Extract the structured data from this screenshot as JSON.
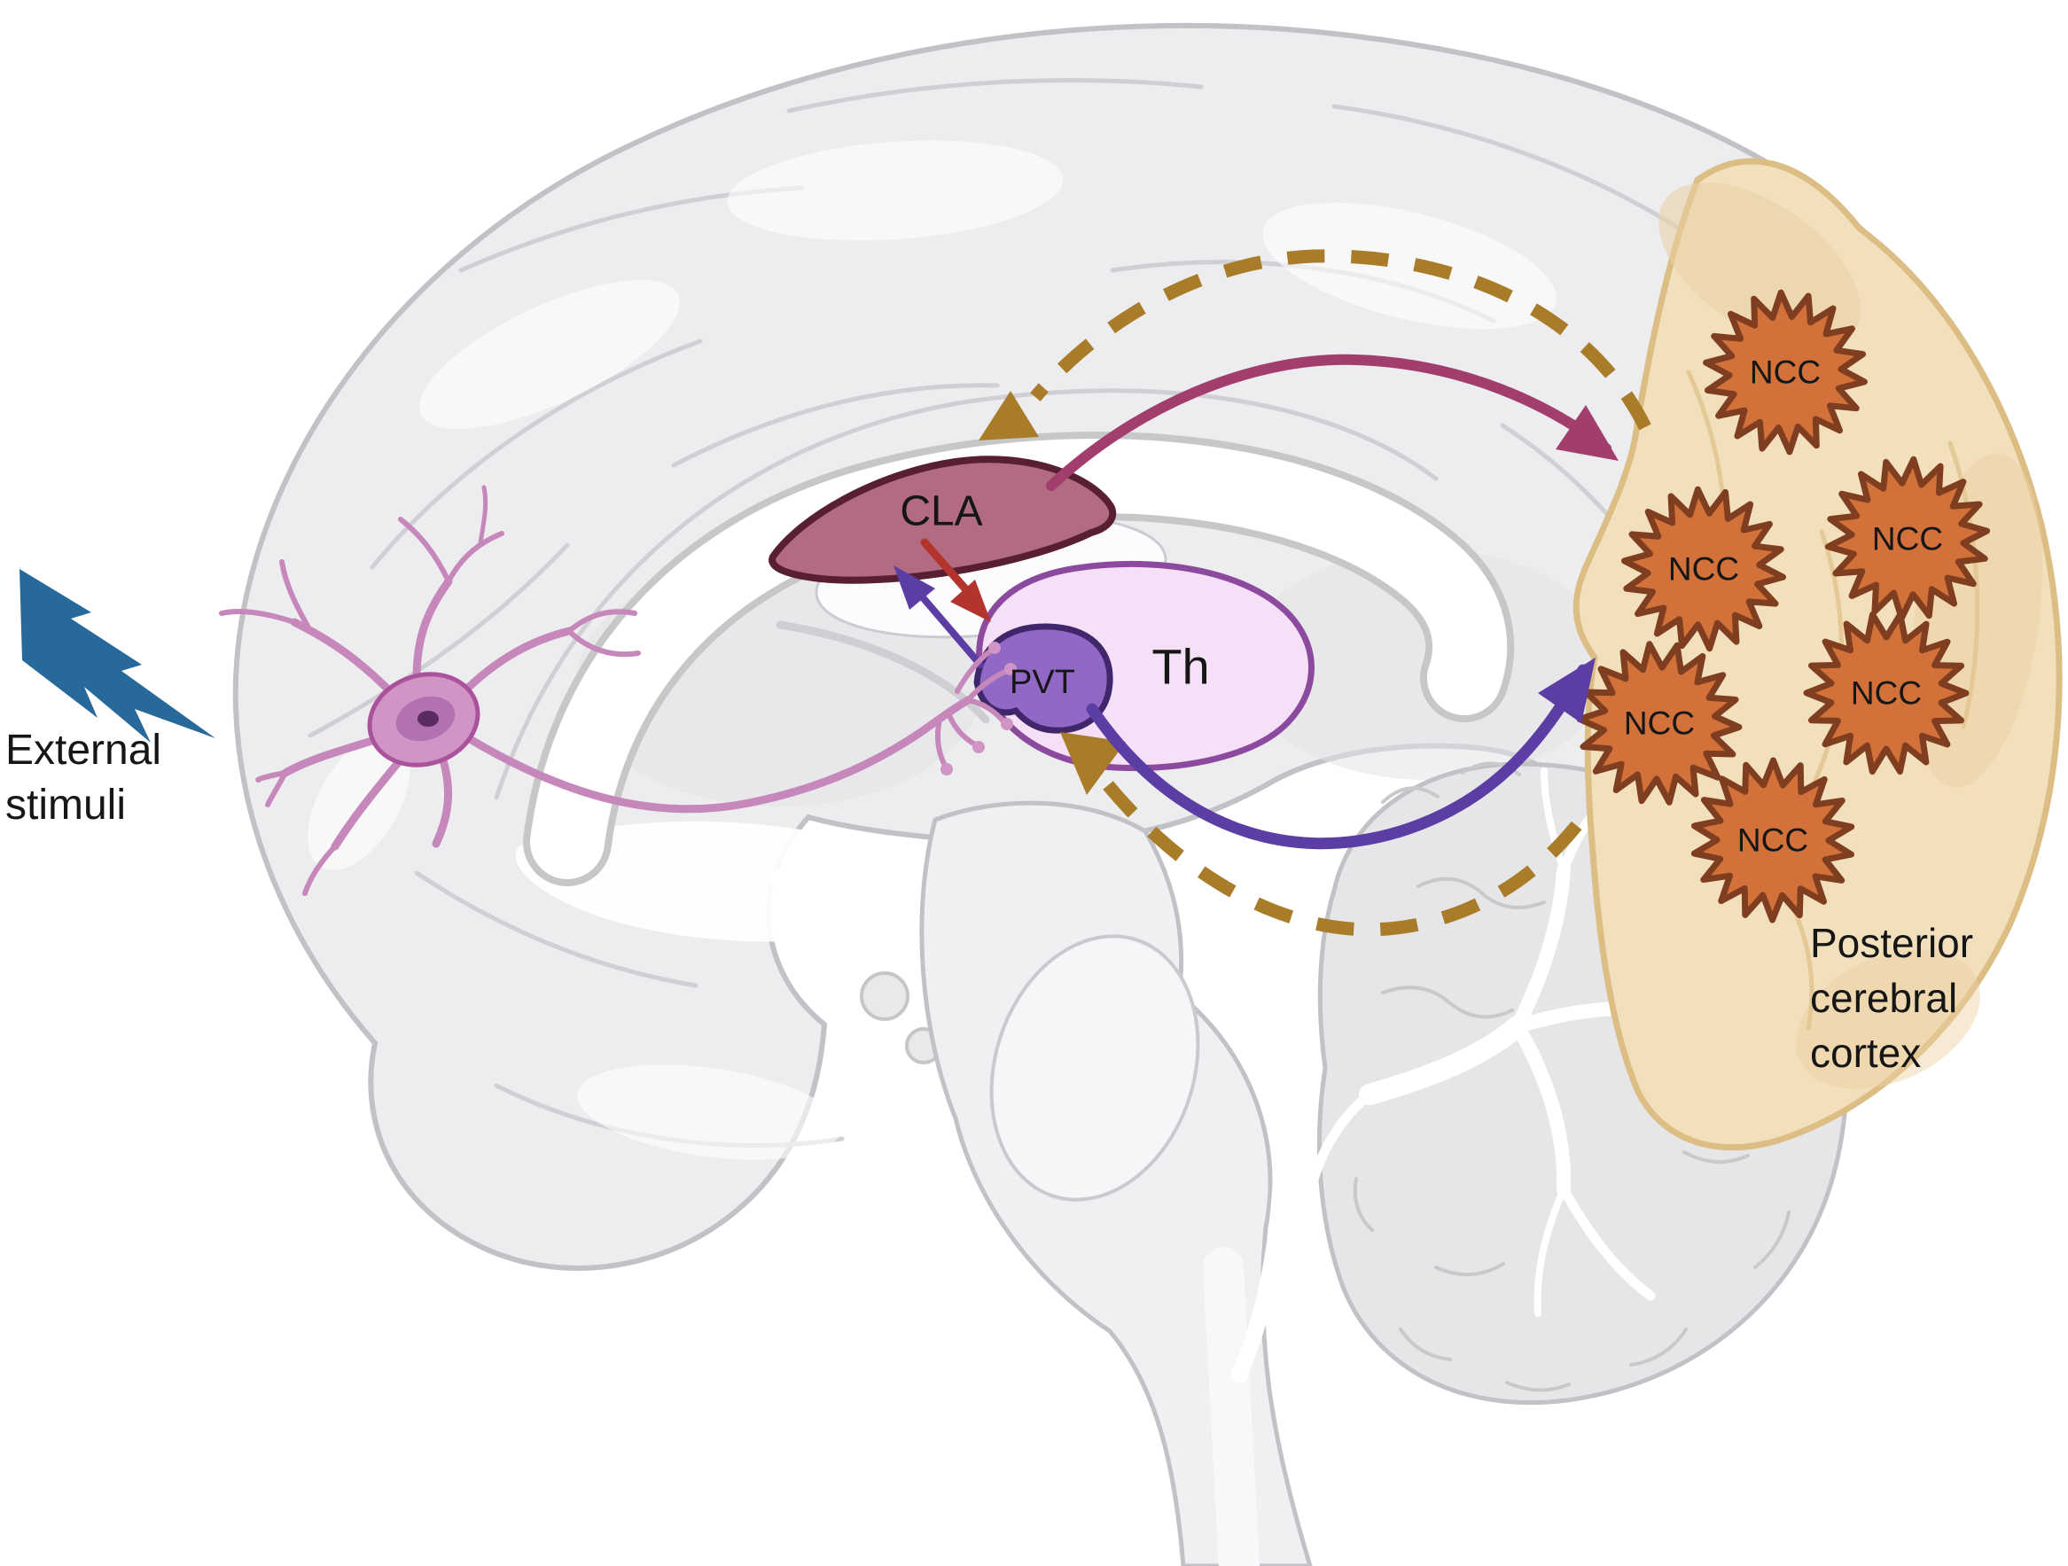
{
  "figure": {
    "background": "#ffffff",
    "type": "brain-circuit-diagram"
  },
  "labels": {
    "external_stimuli": {
      "line1": "External",
      "line2": "stimuli",
      "color": "#161616"
    },
    "posterior_cortex": {
      "line1": "Posterior",
      "line2": "cerebral",
      "line3": "cortex",
      "color": "#161616"
    }
  },
  "regions": {
    "cla": {
      "label": "CLA",
      "fill": "#b26b80",
      "outline": "#581f34"
    },
    "thalamus": {
      "label": "Th",
      "fill": "#f5e0f7",
      "outline": "#8b4a9e"
    },
    "pvt": {
      "label": "PVT",
      "fill": "#9268c6",
      "outline": "#40276b"
    },
    "ncc": {
      "label": "NCC",
      "count": 6,
      "fill": "#d3713b",
      "outline": "#7f3e20"
    },
    "posterior_cerebral_cortex": {
      "fill": "#f2dfbc",
      "outline": "#dcbe85"
    }
  },
  "icons": {
    "lightning_bolt": {
      "name": "lightning-bolt-icon",
      "color": "#28699b"
    }
  },
  "neuron": {
    "fill": "#d095c4",
    "stroke": "#ab529d",
    "branch": "#c687ba",
    "nucleus": "#b271b1",
    "nucleolus": "#5c2a63"
  },
  "brain": {
    "fill": "#ededef",
    "outline": "#c2c2c6",
    "sulci": "#d0d0d4",
    "cerebellum_fill": "#e6e6e9",
    "brainstem_fill": "#f0f0f3"
  },
  "arrows": [
    {
      "name": "arrow-cortex-to-cla",
      "from": "posterior cerebral cortex",
      "to": "CLA",
      "style": "dashed",
      "color": "#a87c28"
    },
    {
      "name": "arrow-cla-to-cortex",
      "from": "CLA",
      "to": "posterior cerebral cortex",
      "style": "solid",
      "color": "#a23e6d"
    },
    {
      "name": "arrow-cla-to-thalamus",
      "from": "CLA",
      "to": "Th / PVT",
      "style": "solid",
      "color": "#b3342c"
    },
    {
      "name": "arrow-pvt-to-cla",
      "from": "PVT",
      "to": "CLA",
      "style": "solid",
      "color": "#5b3da3"
    },
    {
      "name": "arrow-pvt-to-cortex",
      "from": "PVT",
      "to": "posterior cerebral cortex",
      "style": "solid",
      "color": "#5b3da3"
    },
    {
      "name": "arrow-cortex-to-pvt",
      "from": "posterior cerebral cortex",
      "to": "PVT",
      "style": "dashed",
      "color": "#a87c28"
    }
  ]
}
